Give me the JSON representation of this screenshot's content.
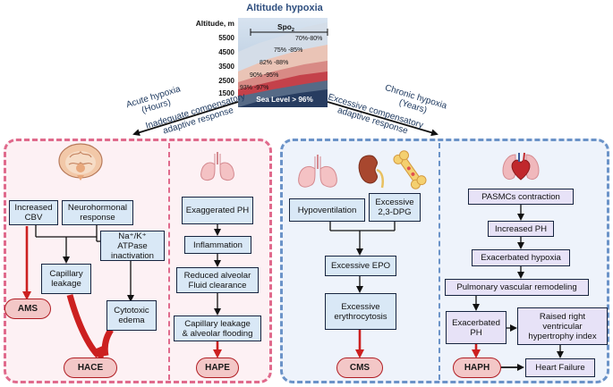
{
  "header": {
    "title": "Altitude hypoxia",
    "altitude_label": "Altitude, m",
    "spo2_label": "Spo",
    "spo2_sub": "2",
    "altitudes": [
      "5500",
      "4500",
      "3500",
      "2500",
      "1500"
    ],
    "spo2_bands": [
      "70%-80%",
      "75% -85%",
      "82% -88%",
      "90% -95%",
      "93% -97%"
    ],
    "sea_level": "Sea Level > 96%"
  },
  "branches": {
    "acute_title": "Acute hypoxia\n(Hours)",
    "acute_response": "Inadequate compensatory\nadaptive response",
    "chronic_title": "Chronic hypoxia\n(Years)",
    "chronic_response": "Excessive compensatory\nadaptive response"
  },
  "nodes": {
    "increased_cbv": "Increased\nCBV",
    "neurohormonal": "Neurohormonal\nresponse",
    "na_k": "Na⁺/K⁺ ATPase\ninactivation",
    "capillary_leakage": "Capillary\nleakage",
    "cytotoxic_edema": "Cytotoxic\nedema",
    "ams": "AMS",
    "hace": "HACE",
    "exaggerated_ph": "Exaggerated PH",
    "inflammation": "Inflammation",
    "reduced_alveolar": "Reduced alveolar\nFluid clearance",
    "capillary_flooding": "Capillary leakage\n& alveolar flooding",
    "hape": "HAPE",
    "hypoventilation": "Hypoventilation",
    "excessive_23dpg": "Excessive\n2,3-DPG",
    "excessive_epo": "Excessive EPO",
    "excessive_erythrocytosis": "Excessive\nerythrocytosis",
    "cms": "CMS",
    "pasmcs": "PASMCs contraction",
    "increased_ph": "Increased PH",
    "exacerbated_hypoxia": "Exacerbated hypoxia",
    "pulmonary_remodeling": "Pulmonary vascular remodeling",
    "exacerbated_ph": "Exacerbated\nPH",
    "raised_rv": "Raised right ventricular\nhypertrophy index",
    "haph": "HAPH",
    "heart_failure": "Heart Failure"
  },
  "colors": {
    "acute_border": "#e06a8c",
    "acute_fill": "#fdf1f4",
    "chronic_border": "#6b93c8",
    "chronic_fill": "#eef3fb",
    "node_blue": "#d9e8f6",
    "node_purple": "#e7e2f7",
    "outcome_fill": "#f3c7c7",
    "red_arrow": "#cc2020",
    "title": "#2f4f7f"
  },
  "icons": [
    "brain-icon",
    "lungs-icon",
    "kidney-icon",
    "bone-icon",
    "heart-lungs-icon"
  ]
}
